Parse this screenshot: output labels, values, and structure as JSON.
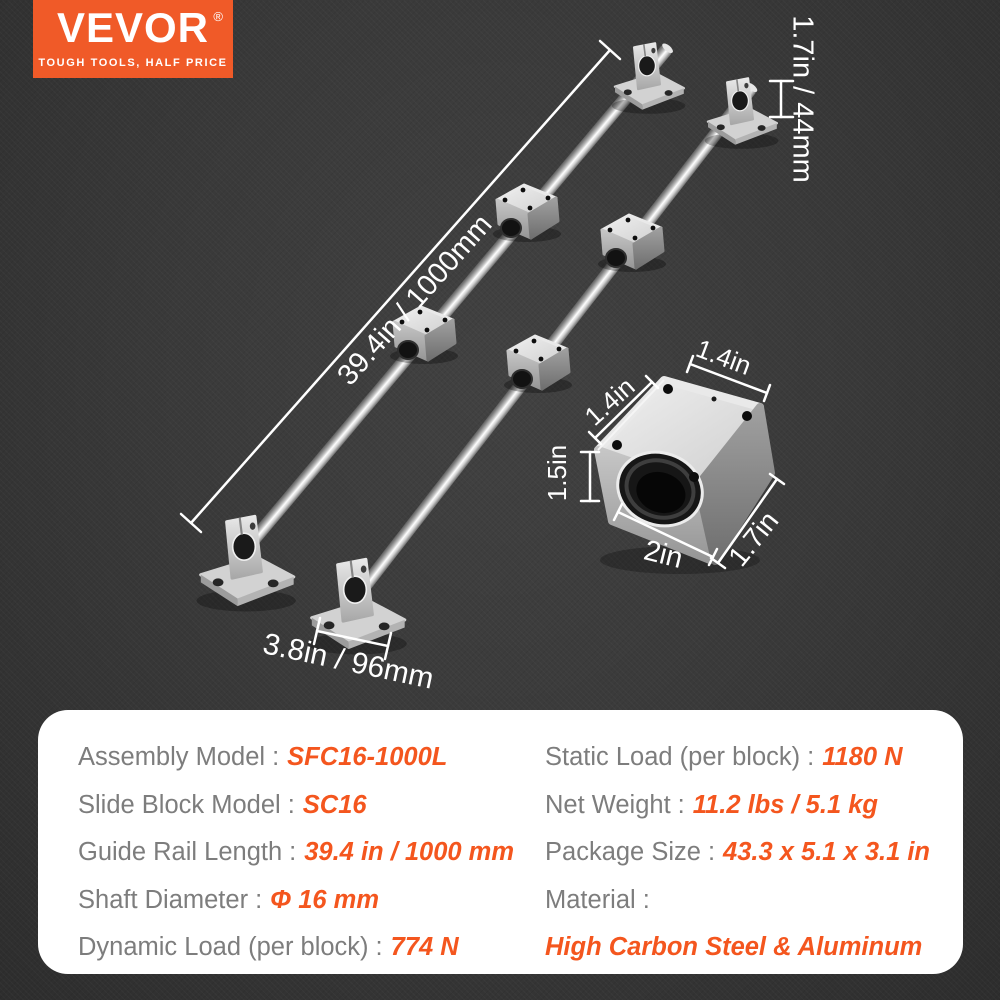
{
  "brand": {
    "name": "VEVOR",
    "registered": "®",
    "tagline": "TOUGH TOOLS, HALF PRICE"
  },
  "annotations": {
    "rail_length": "39.4in / 1000mm",
    "support_height": "1.7in / 44mm",
    "support_base_width": "3.8in / 96mm",
    "block_top_depth": "1.4in",
    "block_top_width": "1.4in",
    "block_height": "1.5in",
    "block_width": "2in",
    "block_side_depth": "1.7in"
  },
  "specs": {
    "separator": ":",
    "left": [
      {
        "label": "Assembly Model",
        "value": "SFC16-1000L"
      },
      {
        "label": "Slide Block Model",
        "value": "SC16"
      },
      {
        "label": "Guide Rail Length",
        "value": "39.4 in / 1000 mm"
      },
      {
        "label": "Shaft Diameter",
        "value": "Φ 16 mm"
      },
      {
        "label": "Dynamic Load (per block)",
        "value": "774 N"
      }
    ],
    "right": [
      {
        "label": "Static Load (per block)",
        "value": "1180 N"
      },
      {
        "label": "Net Weight",
        "value": "11.2 lbs / 5.1 kg"
      },
      {
        "label": "Package Size",
        "value": "43.3 x 5.1 x 3.1 in"
      },
      {
        "label": "Material",
        "value": ""
      },
      {
        "label": "",
        "value": "High Carbon Steel & Aluminum"
      }
    ]
  },
  "colors": {
    "accent_orange": "#F4561E",
    "logo_orange": "#F05A28",
    "panel_background": "#FFFFFF",
    "spec_label_gray": "#7D7D7D",
    "scene_background": "#3A3A3A",
    "annotation_white": "#FFFFFF"
  }
}
